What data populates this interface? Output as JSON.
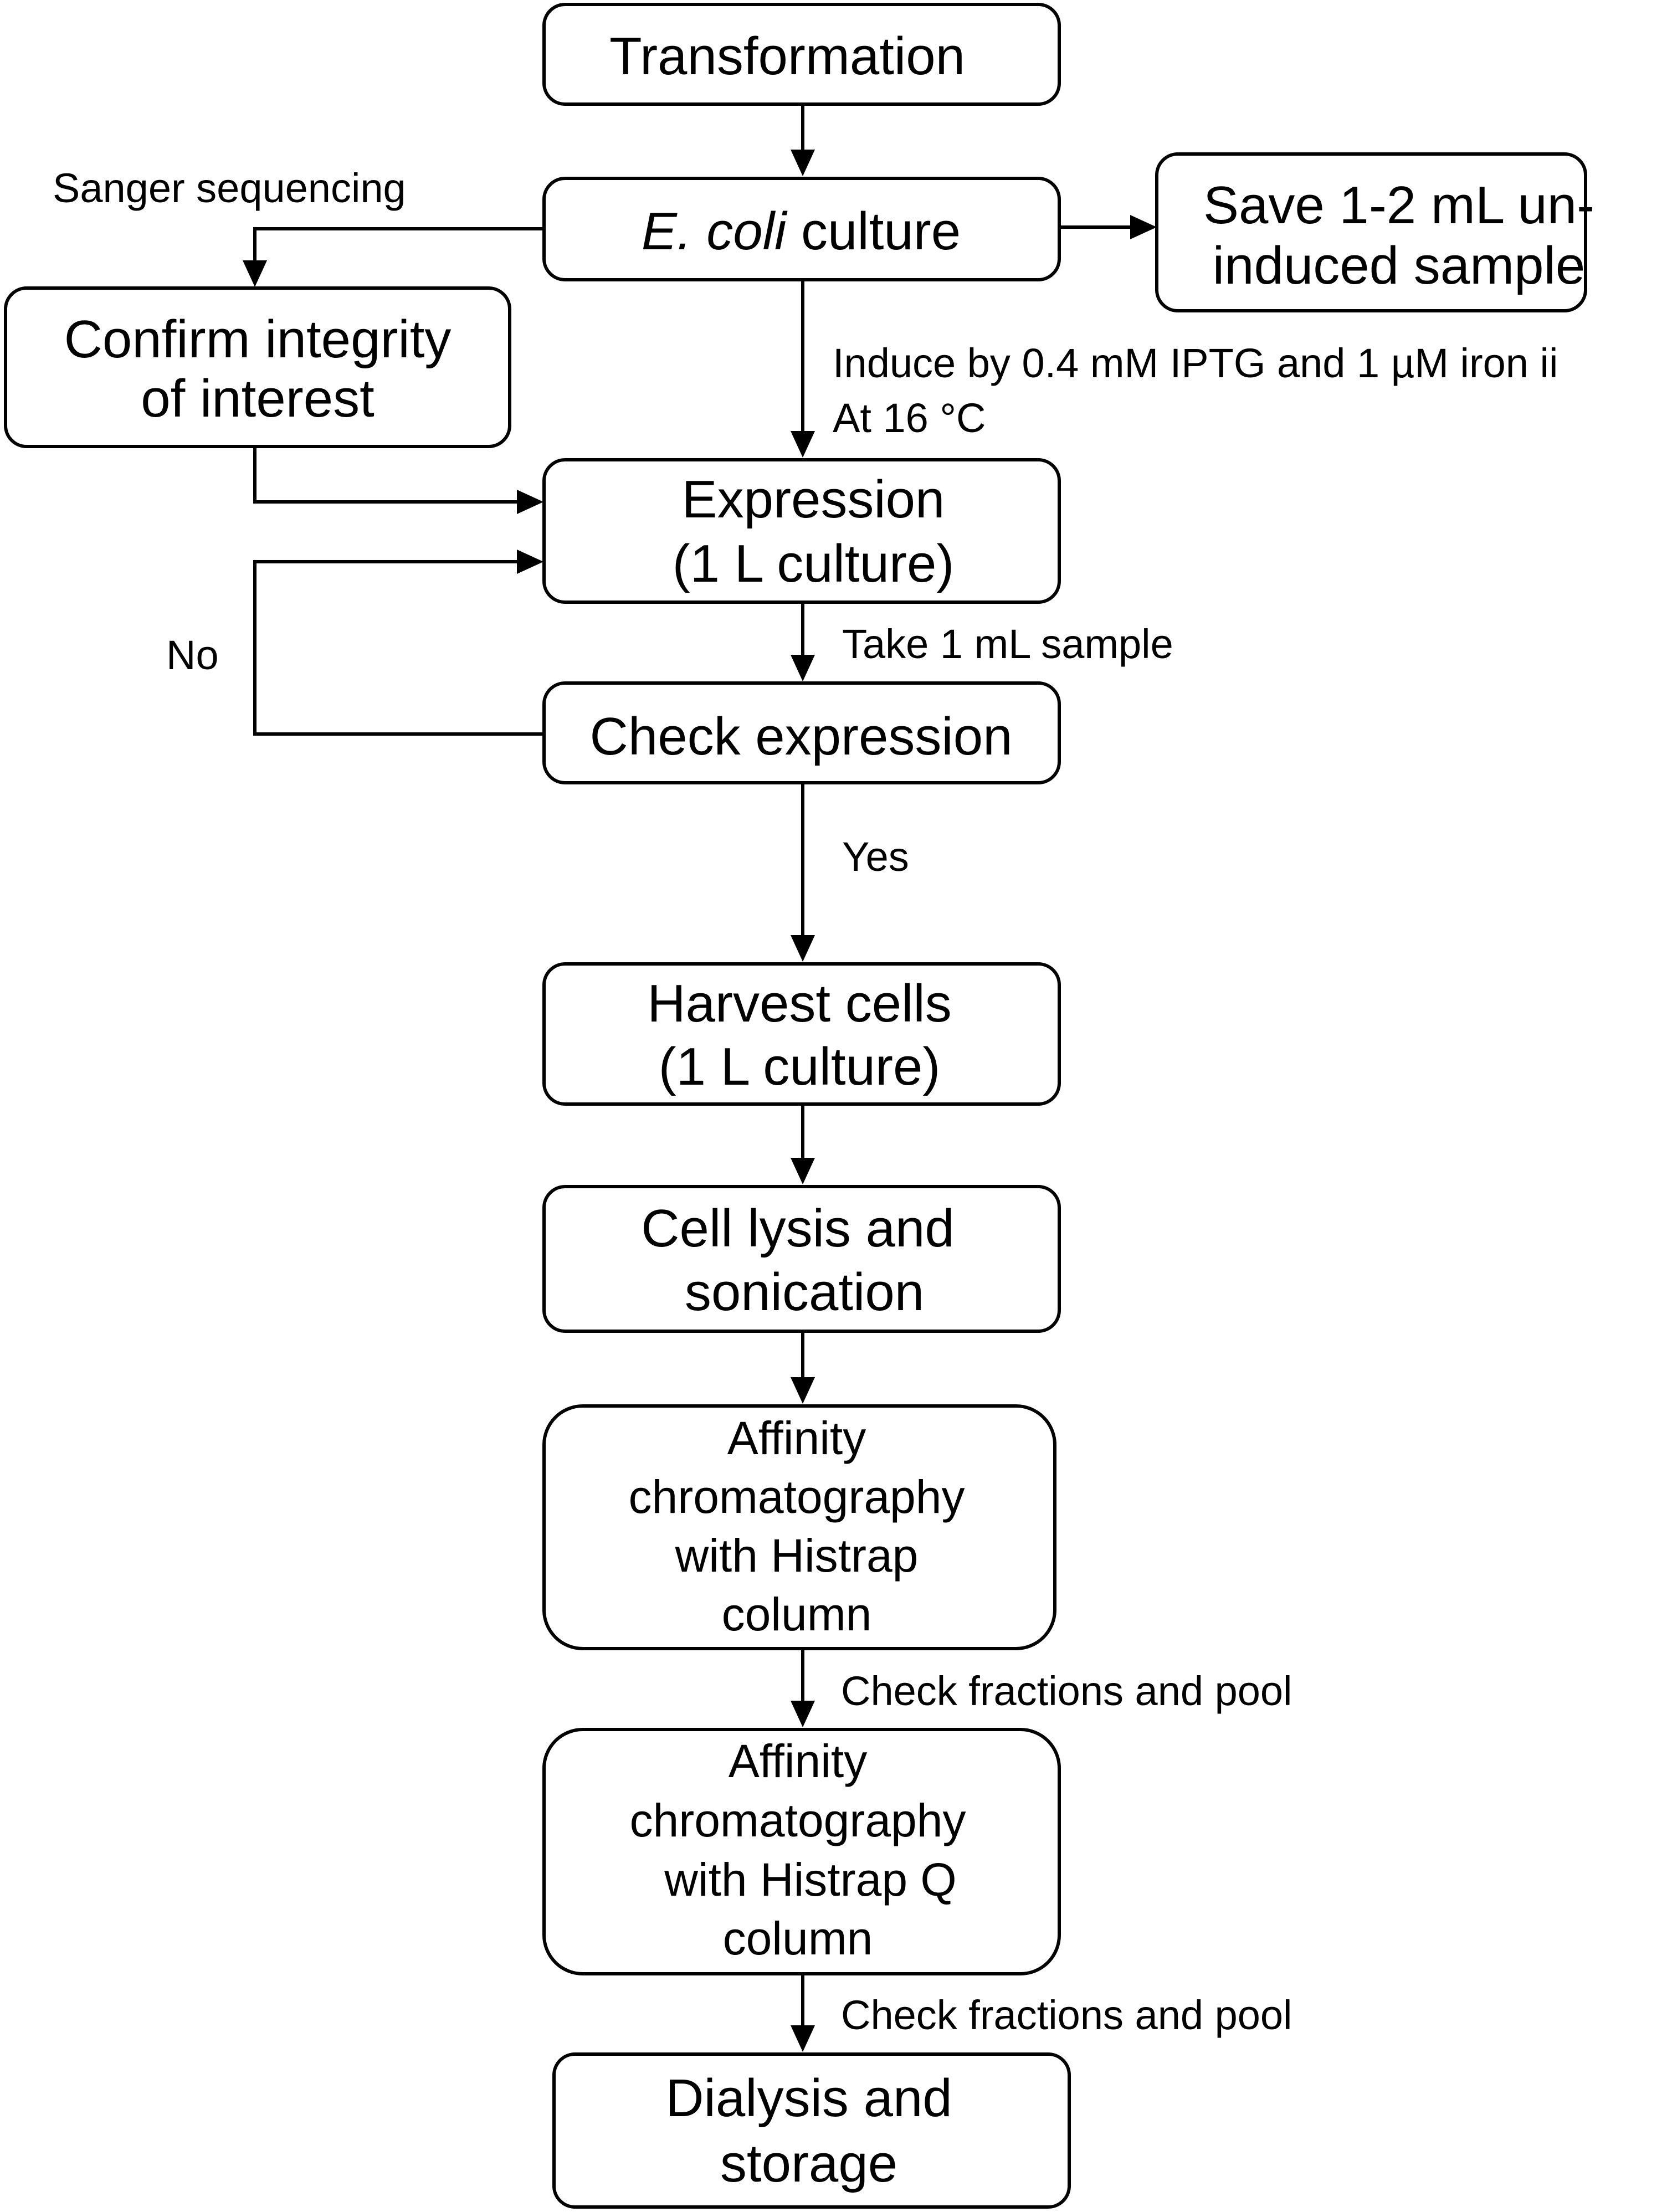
{
  "boxes": {
    "transformation": {
      "lines": [
        "Transformation"
      ]
    },
    "ecoli_culture": {
      "italic": "E. coli",
      "rest": " culture"
    },
    "save_sample": {
      "lines": [
        "Save 1-2 mL un-",
        "induced sample"
      ]
    },
    "confirm_integrity": {
      "lines": [
        "Confirm integrity",
        "of interest"
      ]
    },
    "expression": {
      "lines": [
        "Expression",
        "(1 L culture)"
      ]
    },
    "check_expression": {
      "lines": [
        "Check expression"
      ]
    },
    "harvest": {
      "lines": [
        "Harvest cells",
        "(1 L culture)"
      ]
    },
    "lysis": {
      "lines": [
        "Cell lysis and",
        "sonication"
      ]
    },
    "affinity_histrap": {
      "lines": [
        "Affinity",
        "chromatography",
        "with Histrap",
        "column"
      ]
    },
    "affinity_histrap_q": {
      "lines": [
        "Affinity",
        "chromatography",
        "with Histrap Q",
        "column"
      ]
    },
    "dialysis": {
      "lines": [
        "Dialysis and",
        "storage"
      ]
    }
  },
  "labels": {
    "sanger": "Sanger sequencing",
    "induce_1": "Induce by 0.4 mM IPTG and 1 µM iron ii",
    "induce_2": "At 16 °C",
    "take_sample": "Take 1 mL sample",
    "no": "No",
    "yes": "Yes",
    "check_fractions_1": "Check fractions and pool",
    "check_fractions_2": "Check fractions and pool"
  }
}
